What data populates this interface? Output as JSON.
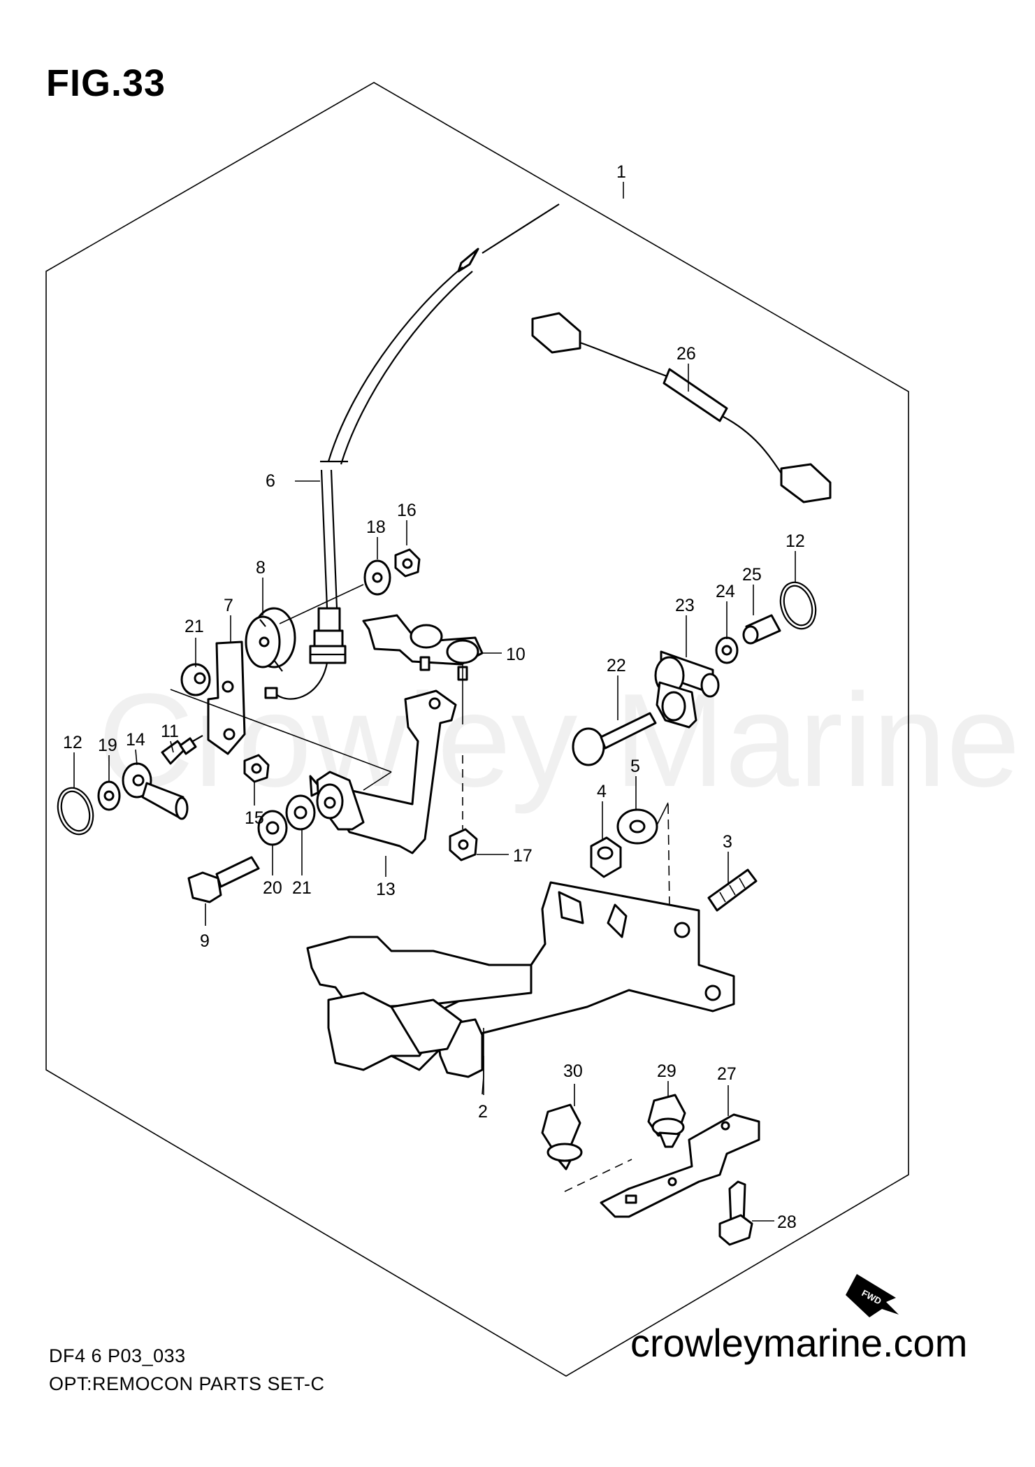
{
  "figure": {
    "title": "FIG.33"
  },
  "watermark": "Crowley Marine",
  "footer": {
    "code": "DF4 6 P03_033",
    "description": "OPT:REMOCON PARTS SET-C",
    "brand": "crowleymarine.com"
  },
  "fwd_badge": "FWD",
  "callouts": {
    "c1": "1",
    "c2": "2",
    "c3": "3",
    "c4": "4",
    "c5": "5",
    "c6": "6",
    "c7": "7",
    "c8": "8",
    "c9": "9",
    "c10": "10",
    "c11": "11",
    "c12a": "12",
    "c12b": "12",
    "c13": "13",
    "c14": "14",
    "c15": "15",
    "c16": "16",
    "c17": "17",
    "c18": "18",
    "c19": "19",
    "c20": "20",
    "c21a": "21",
    "c21b": "21",
    "c22": "22",
    "c23": "23",
    "c24": "24",
    "c25": "25",
    "c26": "26",
    "c27": "27",
    "c28": "28",
    "c29": "29",
    "c30": "30"
  }
}
